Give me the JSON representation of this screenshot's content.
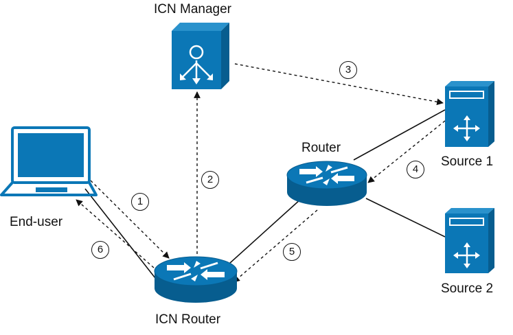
{
  "labels": {
    "manager": "ICN Manager",
    "router": "Router",
    "source1": "Source 1",
    "source2": "Source 2",
    "end_user": "End-user",
    "icn_router": "ICN Router"
  },
  "steps": [
    "1",
    "2",
    "3",
    "4",
    "5",
    "6"
  ],
  "colors": {
    "device": "#0b77b6",
    "device_dark": "#075d8f",
    "laptop": "#0b77b6",
    "line": "#111111"
  },
  "icons": {
    "manager": "server-manager-icon",
    "router": "router-icon",
    "source": "server-icon",
    "end_user": "laptop-icon"
  }
}
